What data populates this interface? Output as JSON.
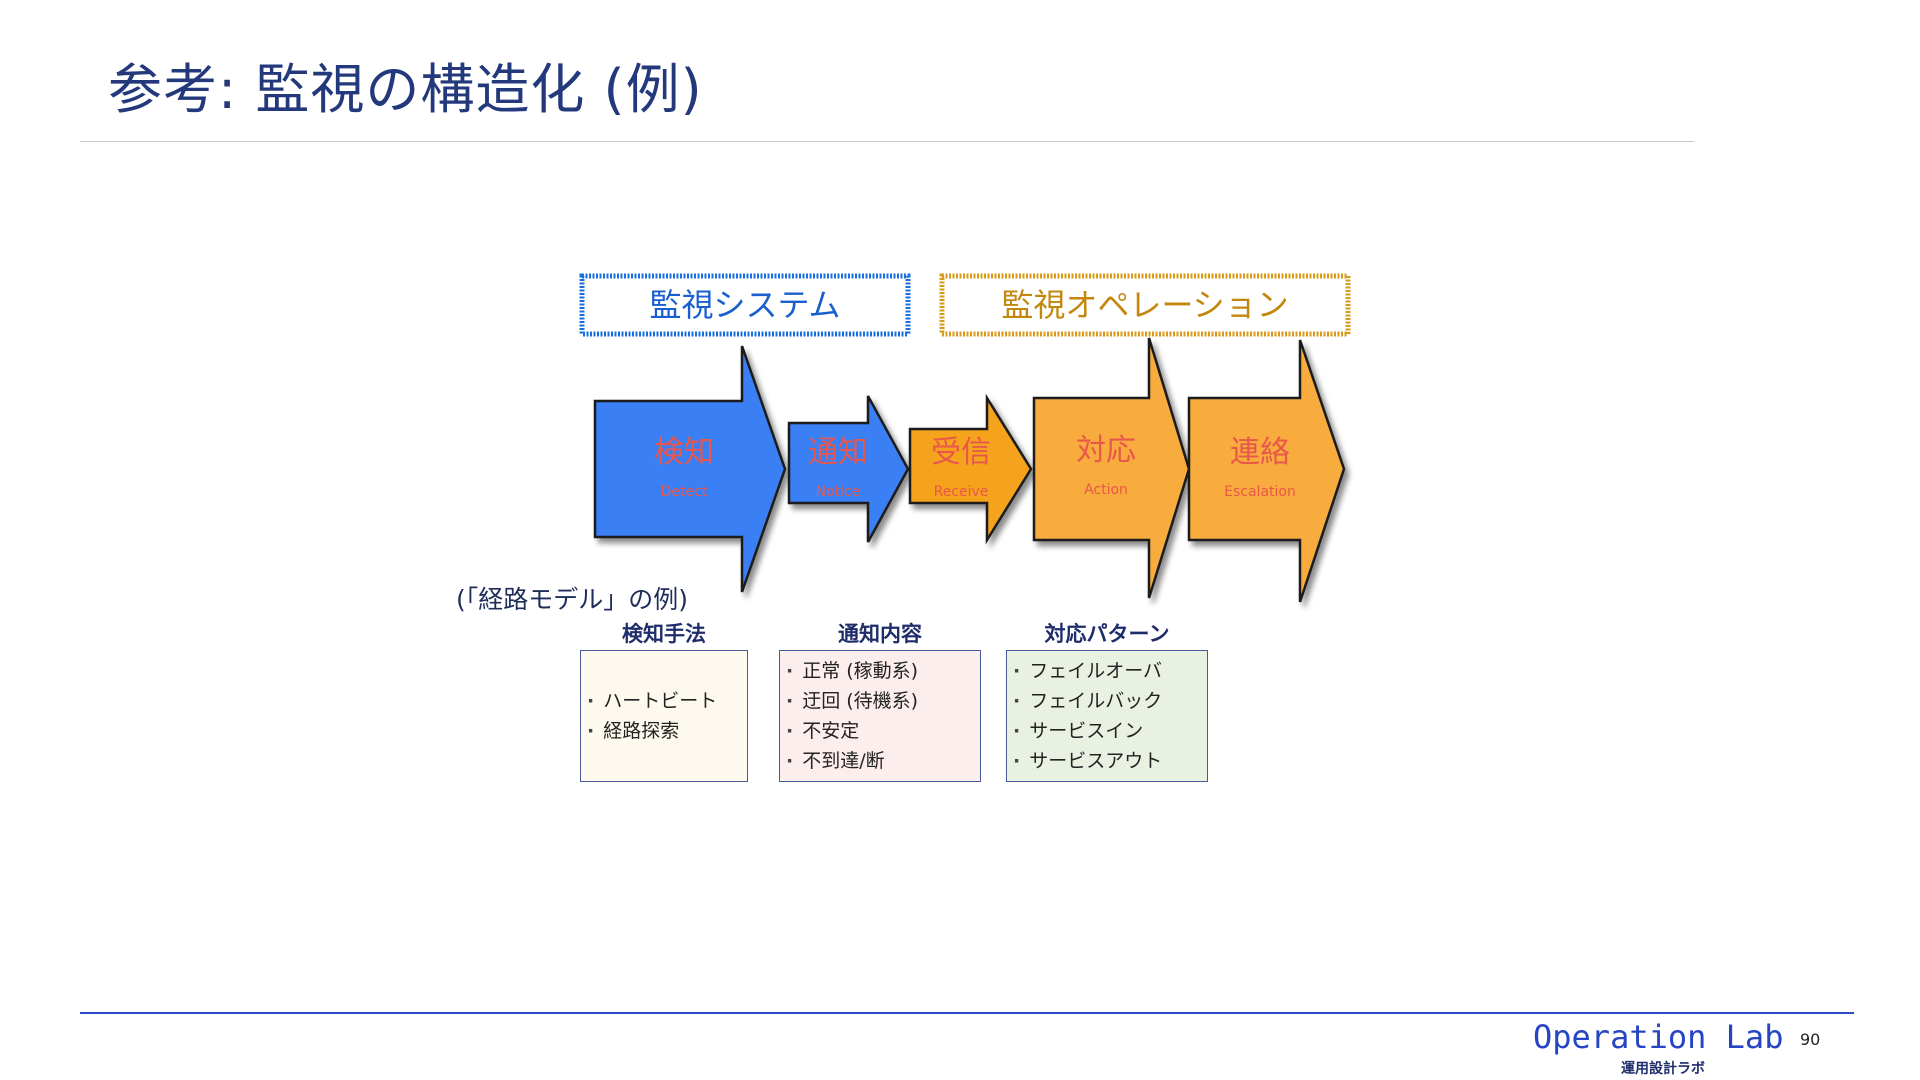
{
  "slide": {
    "title": "参考: 監視の構造化 (例)",
    "page_number": "90"
  },
  "diagram": {
    "groups": [
      {
        "label": "監視システム",
        "color": "#1a6fe0"
      },
      {
        "label": "監視オペレーション",
        "color": "#d99a17"
      }
    ],
    "stages": [
      {
        "label": "検知",
        "sub": "Detect",
        "color": "#3b7ff5"
      },
      {
        "label": "通知",
        "sub": "Notice",
        "color": "#3b7ff5"
      },
      {
        "label": "受信",
        "sub": "Receive",
        "color": "#f5a21a"
      },
      {
        "label": "対応",
        "sub": "Action",
        "color": "#f7ac3c"
      },
      {
        "label": "連絡",
        "sub": "Escalation",
        "color": "#f7ac3c"
      }
    ],
    "caption": "(「経路モデル」の例)"
  },
  "columns": [
    {
      "heading": "検知手法",
      "items": [
        "ハートビート",
        "経路探索"
      ],
      "bg": "#fdf9ee"
    },
    {
      "heading": "通知内容",
      "items": [
        "正常 (稼動系)",
        "迂回 (待機系)",
        "不安定",
        "不到達/断"
      ],
      "bg": "#fdeeee"
    },
    {
      "heading": "対応パターン",
      "items": [
        "フェイルオーバ",
        "フェイルバック",
        "サービスイン",
        "サービスアウト"
      ],
      "bg": "#e9f1e3"
    }
  ],
  "footer": {
    "brand": "Operation Lab",
    "brand_sub": "運用設計ラボ"
  }
}
